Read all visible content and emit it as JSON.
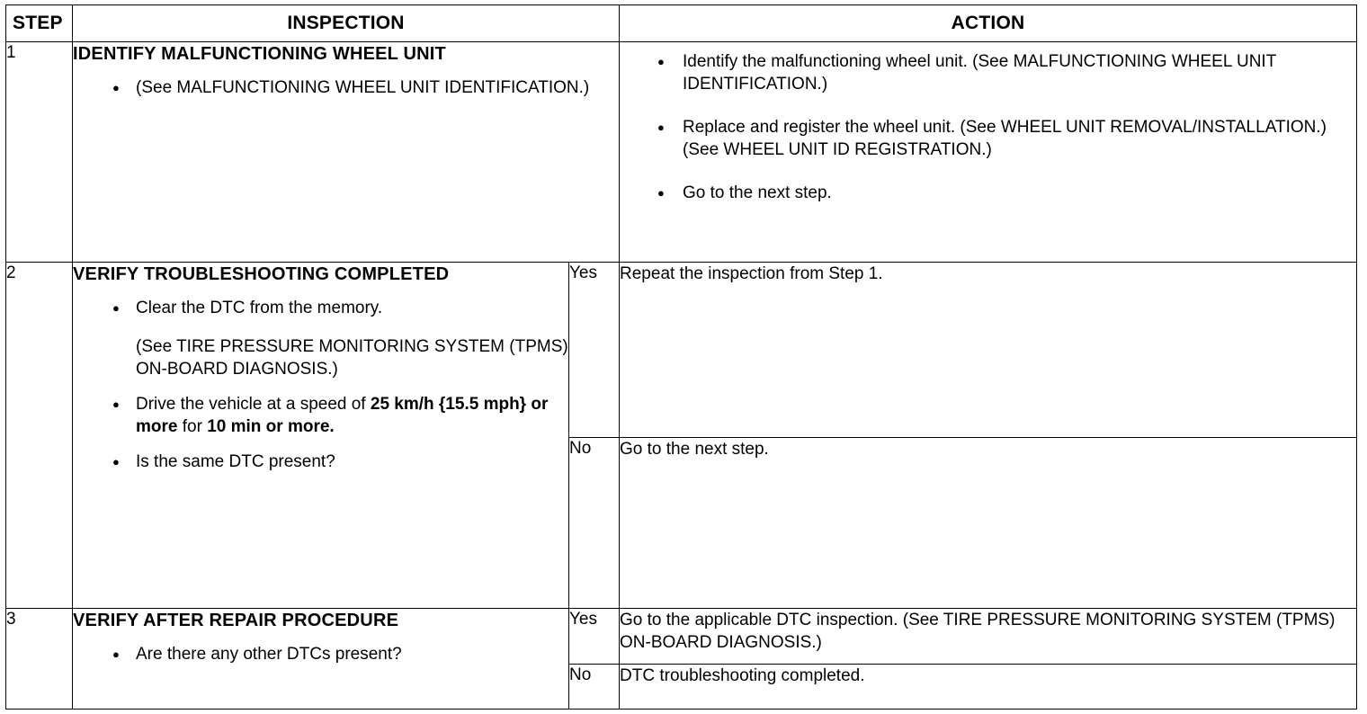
{
  "table": {
    "headers": {
      "step": "STEP",
      "inspection": "INSPECTION",
      "action": "ACTION"
    },
    "rows": [
      {
        "step": "1",
        "inspection_title": "IDENTIFY MALFUNCTIONING WHEEL UNIT",
        "inspection_bullets": [
          "(See MALFUNCTIONING WHEEL UNIT IDENTIFICATION.)"
        ],
        "action_bullets": [
          "Identify the malfunctioning wheel unit. (See MALFUNCTIONING WHEEL UNIT IDENTIFICATION.)",
          "Replace and register the wheel unit. (See WHEEL UNIT REMOVAL/INSTALLATION.) (See WHEEL UNIT ID REGISTRATION.)",
          "Go to the next step."
        ]
      },
      {
        "step": "2",
        "inspection_title": "VERIFY TROUBLESHOOTING COMPLETED",
        "inspection_bullet_1": "Clear the DTC from the memory.",
        "inspection_sub_para": "(See TIRE PRESSURE MONITORING SYSTEM (TPMS) ON-BOARD DIAGNOSIS.)",
        "inspection_bullet_2_pre": "Drive the vehicle at a speed of ",
        "inspection_bullet_2_bold1": "25 km/h {15.5 mph} or more",
        "inspection_bullet_2_mid": " for ",
        "inspection_bullet_2_bold2": "10 min or more.",
        "inspection_bullet_3": "Is the same DTC present?",
        "yes_label": "Yes",
        "yes_action": "Repeat the inspection from Step 1.",
        "no_label": "No",
        "no_action": "Go to the next step."
      },
      {
        "step": "3",
        "inspection_title": "VERIFY AFTER REPAIR PROCEDURE",
        "inspection_bullets": [
          "Are there any other DTCs present?"
        ],
        "yes_label": "Yes",
        "yes_action": "Go to the applicable DTC inspection. (See TIRE PRESSURE MONITORING SYSTEM (TPMS) ON-BOARD DIAGNOSIS.)",
        "no_label": "No",
        "no_action": "DTC troubleshooting completed."
      }
    ]
  },
  "colors": {
    "border": "#000000",
    "background": "#ffffff",
    "text": "#000000"
  }
}
